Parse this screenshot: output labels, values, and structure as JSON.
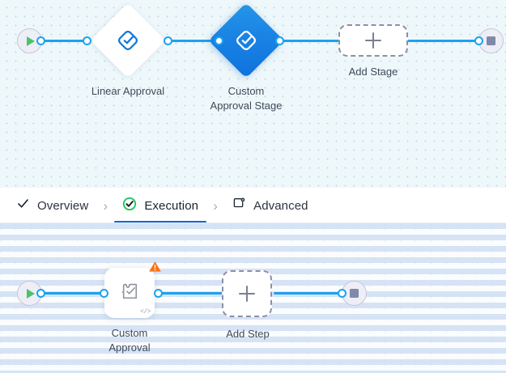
{
  "stage_canvas": {
    "name": "stage-graph",
    "background_color": "#eef8fb",
    "start_node": {
      "icon": "play-icon",
      "title": "Start"
    },
    "end_node": {
      "icon": "stop-icon",
      "title": "End"
    },
    "nodes": [
      {
        "id": "linear-approval",
        "label": "Linear Approval",
        "shape": "diamond",
        "state": "default",
        "icon": "approval-check-icon",
        "fill": "#ffffff"
      },
      {
        "id": "custom-approval-stage",
        "label": "Custom\nApproval Stage",
        "label_line1": "Custom",
        "label_line2": "Approval Stage",
        "shape": "diamond",
        "state": "selected",
        "icon": "approval-check-icon",
        "fill": "#1a83e4"
      }
    ],
    "add_button": {
      "label": "Add Stage",
      "icon": "plus-icon"
    },
    "edge_color": "#1ba2ef"
  },
  "tabs": {
    "items": [
      {
        "id": "overview",
        "label": "Overview",
        "icon": "check-icon",
        "active": false
      },
      {
        "id": "execution",
        "label": "Execution",
        "icon": "check-circle-icon",
        "active": true
      },
      {
        "id": "advanced",
        "label": "Advanced",
        "icon": "settings-panel-icon",
        "active": false
      }
    ],
    "separator": "›",
    "active_underline_color": "#1565d8",
    "active_icon_color": "#22c55e"
  },
  "step_canvas": {
    "name": "step-graph",
    "background_color": "#fbfcfe",
    "start_node": {
      "icon": "play-icon",
      "title": "Start"
    },
    "end_node": {
      "icon": "stop-icon",
      "title": "End"
    },
    "nodes": [
      {
        "id": "custom-approval",
        "label_line1": "Custom",
        "label_line2": "Approval",
        "icon": "script-check-icon",
        "badge": {
          "type": "warning",
          "icon": "warning-icon",
          "color": "#f97316"
        },
        "corner_glyph": "</>"
      }
    ],
    "add_button": {
      "label": "Add Step",
      "icon": "plus-icon"
    },
    "edge_color": "#1ba2ef"
  }
}
